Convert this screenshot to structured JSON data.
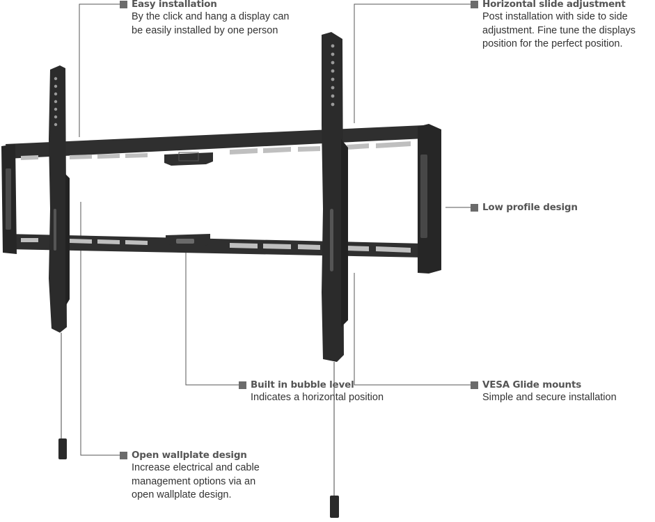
{
  "callouts": {
    "easy_installation": {
      "title": "Easy installation",
      "lines": [
        "By the click and hang a display can",
        "be easily installed by one person"
      ]
    },
    "horizontal_slide": {
      "title": "Horizontal slide adjustment",
      "lines": [
        "Post installation with side to side",
        "adjustment. Fine tune the displays",
        "position for the perfect position."
      ]
    },
    "low_profile": {
      "title": "Low profile design",
      "lines": []
    },
    "bubble_level": {
      "title": "Built in bubble level",
      "lines": [
        "Indicates a horizontal position"
      ]
    },
    "vesa_glide": {
      "title": "VESA Glide mounts",
      "lines": [
        "Simple and secure installation"
      ]
    },
    "open_wallplate": {
      "title": "Open wallplate design",
      "lines": [
        "Increase electrical and cable",
        "management options via an",
        "open wallplate design."
      ]
    }
  },
  "colors": {
    "metal": "#2f2f2f",
    "metal_dark": "#1e1e1e",
    "leader": "#555555",
    "marker": "#6b6b6b"
  }
}
